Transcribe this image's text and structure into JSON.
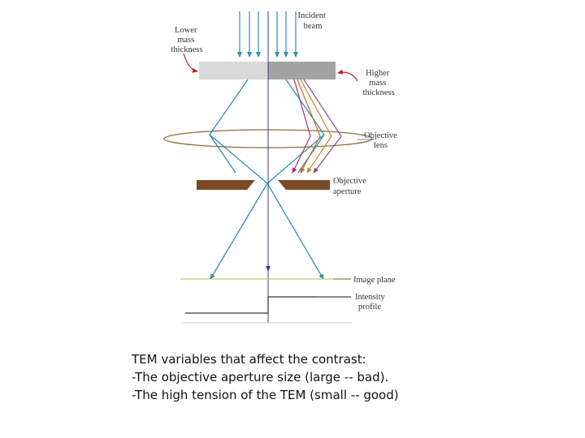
{
  "diagram": {
    "labels": {
      "incident_beam": [
        "Incident",
        "beam"
      ],
      "lower_mass_thickness": [
        "Lower",
        "mass",
        "thickness"
      ],
      "higher_mass_thickness": [
        "Higher",
        "mass",
        "thickness"
      ],
      "objective_lens": [
        "Objective",
        "lens"
      ],
      "objective_aperture": [
        "Objective",
        "aperture"
      ],
      "image_plane": "Image plane",
      "intensity_profile": [
        "Intensity",
        "profile"
      ]
    },
    "colors": {
      "beam": "#2e8fb0",
      "axis": "#3a3a8c",
      "lower_mass_block": "#d9d9d9",
      "higher_mass_block": "#a3a3a3",
      "aperture": "#7a4a24",
      "lens": "#8a6d3b",
      "image_plane": "#c8c864",
      "scatter": [
        "#b0306a",
        "#d9622b",
        "#c08a2a",
        "#8a4a8a"
      ],
      "pointer": "#b22222"
    }
  },
  "caption": {
    "heading": "TEM variables that affect the contrast:",
    "line1": "-The objective aperture size (large -- bad).",
    "line2": "-The high tension of the TEM (small -- good)"
  }
}
